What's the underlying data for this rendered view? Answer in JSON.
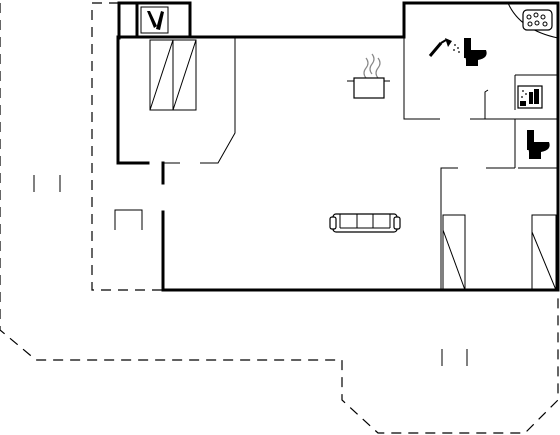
{
  "plan": {
    "type": "floor-plan",
    "rooms": [
      {
        "id": "bedroom-1",
        "icons": [
          "double-bed-icon"
        ]
      },
      {
        "id": "entrance",
        "icons": []
      },
      {
        "id": "living-kitchen",
        "icons": [
          "cooking-pot-icon",
          "sofa-icon"
        ]
      },
      {
        "id": "bathroom-1",
        "icons": [
          "shower-icon",
          "toilet-icon",
          "whirlpool-icon"
        ]
      },
      {
        "id": "laundry",
        "icons": [
          "washing-machine-icon"
        ]
      },
      {
        "id": "bathroom-2",
        "icons": [
          "toilet-icon"
        ]
      },
      {
        "id": "bedroom-2",
        "icons": [
          "single-bed-icon",
          "single-bed-icon"
        ]
      },
      {
        "id": "storage",
        "icons": [
          "wine-icon"
        ]
      }
    ],
    "outdoor": [
      "terrace",
      "terrace"
    ],
    "colors": {
      "line": "#000000",
      "background": "#ffffff"
    }
  }
}
